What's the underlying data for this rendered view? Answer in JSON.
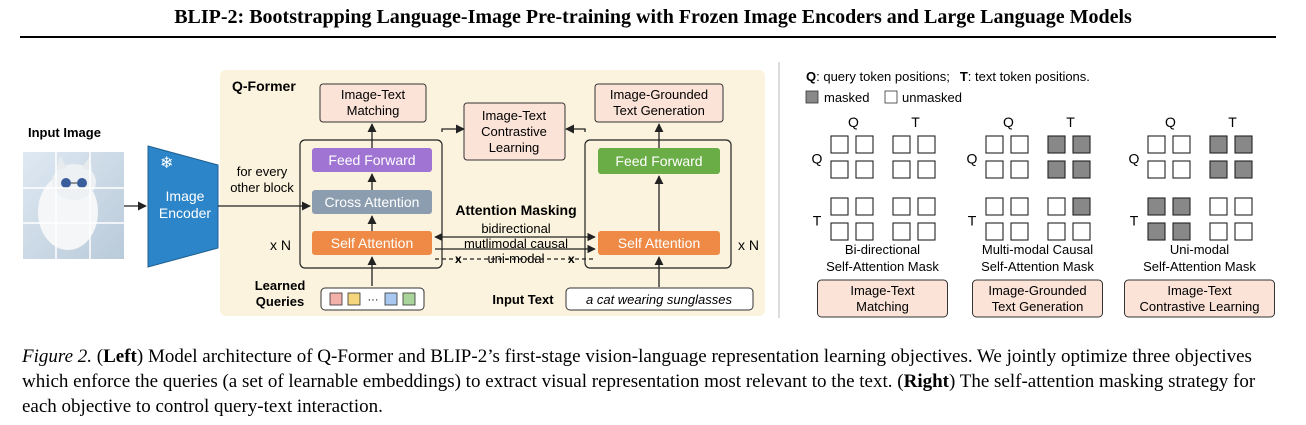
{
  "title": "BLIP-2: Bootstrapping Language-Image Pre-training with Frozen Image Encoders and Large Language Models",
  "left": {
    "input_image_label": "Input Image",
    "image_encoder": [
      "Image",
      "Encoder"
    ],
    "snowflake": "❄",
    "for_every": [
      "for every",
      "other block"
    ],
    "qformer_label": "Q-Former",
    "itm": [
      "Image-Text",
      "Matching"
    ],
    "itc": [
      "Image-Text",
      "Contrastive",
      "Learning"
    ],
    "itg": [
      "Image-Grounded",
      "Text Generation"
    ],
    "feed_forward": "Feed Forward",
    "cross_attention": "Cross Attention",
    "self_attention": "Self Attention",
    "xN": "x N",
    "attention_masking": "Attention Masking",
    "mask_lines": [
      "bidirectional",
      "mutlimodal causal",
      "uni-modal"
    ],
    "x_mark": "x",
    "learned_queries": [
      "Learned",
      "Queries"
    ],
    "ellipsis": "···",
    "input_text_label": "Input Text",
    "input_text_value": "a cat wearing sunglasses",
    "query_colors": [
      "#f2b0a8",
      "#f5d67a",
      "#a8c8ef",
      "#a9d59c"
    ]
  },
  "right": {
    "legend_q_bold": "Q",
    "legend_q_text": ": query token positions;",
    "legend_t_bold": "T",
    "legend_t_text": ": text token positions.",
    "masked": "masked",
    "unmasked": "unmasked",
    "axis_q": "Q",
    "axis_t": "T",
    "mask_fill": "#888888",
    "masks": [
      {
        "name": [
          "Bi-directional",
          "Self-Attention Mask"
        ],
        "objective": [
          "Image-Text",
          "Matching"
        ],
        "grid": [
          [
            0,
            0,
            0,
            0
          ],
          [
            0,
            0,
            0,
            0
          ],
          [
            0,
            0,
            0,
            0
          ],
          [
            0,
            0,
            0,
            0
          ]
        ]
      },
      {
        "name": [
          "Multi-modal Causal",
          "Self-Attention Mask"
        ],
        "objective": [
          "Image-Grounded",
          "Text Generation"
        ],
        "grid": [
          [
            0,
            0,
            1,
            1
          ],
          [
            0,
            0,
            1,
            1
          ],
          [
            0,
            0,
            0,
            1
          ],
          [
            0,
            0,
            0,
            0
          ]
        ]
      },
      {
        "name": [
          "Uni-modal",
          "Self-Attention Mask"
        ],
        "objective": [
          "Image-Text",
          "Contrastive Learning"
        ],
        "grid": [
          [
            0,
            0,
            1,
            1
          ],
          [
            0,
            0,
            1,
            1
          ],
          [
            1,
            1,
            0,
            0
          ],
          [
            1,
            1,
            0,
            0
          ]
        ]
      }
    ]
  },
  "caption": {
    "figure": "Figure 2.",
    "left_bold": "Left",
    "left_text": " Model architecture of Q-Former and BLIP-2’s first-stage vision-language representation learning objectives. We jointly optimize three objectives which enforce the queries (a set of learnable embeddings) to extract visual representation most relevant to the text. (",
    "right_bold": "Right",
    "right_text": " The self-attention masking strategy for each objective to control query-text interaction."
  }
}
